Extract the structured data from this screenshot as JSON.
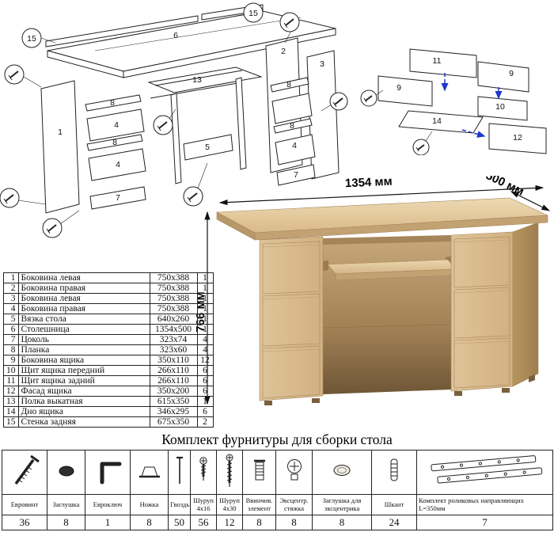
{
  "dimensions": {
    "width": "1354 мм",
    "depth": "500 мм",
    "height": "766 мм"
  },
  "main_diagram": {
    "labels": [
      "15",
      "15",
      "6",
      "1",
      "8",
      "4",
      "8",
      "4",
      "7",
      "13",
      "5",
      "2",
      "3",
      "8",
      "8",
      "4",
      "7"
    ]
  },
  "drawer_diagram": {
    "labels": [
      "11",
      "9",
      "9",
      "10",
      "14",
      "12"
    ]
  },
  "parts_table": {
    "rows": [
      {
        "num": "1",
        "name": "Боковина левая",
        "size": "750x388",
        "qty": "1"
      },
      {
        "num": "2",
        "name": "Боковина правая",
        "size": "750x388",
        "qty": "1"
      },
      {
        "num": "3",
        "name": "Боковина левая",
        "size": "750x388",
        "qty": "1"
      },
      {
        "num": "4",
        "name": "Боковина правая",
        "size": "750x388",
        "qty": "1"
      },
      {
        "num": "5",
        "name": "Вязка стола",
        "size": "640x260",
        "qty": "1"
      },
      {
        "num": "6",
        "name": "Столешница",
        "size": "1354x500",
        "qty": "1"
      },
      {
        "num": "7",
        "name": "Цоколь",
        "size": "323x74",
        "qty": "4"
      },
      {
        "num": "8",
        "name": "Планка",
        "size": "323x60",
        "qty": "4"
      },
      {
        "num": "9",
        "name": "Боковина ящика",
        "size": "350x110",
        "qty": "12"
      },
      {
        "num": "10",
        "name": "Щит ящика передний",
        "size": "266x110",
        "qty": "6"
      },
      {
        "num": "11",
        "name": "Щит ящика задний",
        "size": "266x110",
        "qty": "6"
      },
      {
        "num": "12",
        "name": "Фасад ящика",
        "size": "350x200",
        "qty": "6"
      },
      {
        "num": "13",
        "name": "Полка выкатная",
        "size": "615x350",
        "qty": "1"
      },
      {
        "num": "14",
        "name": "Дно ящика",
        "size": "346x295",
        "qty": "6"
      },
      {
        "num": "15",
        "name": "Стенка задняя",
        "size": "675x350",
        "qty": "2"
      }
    ]
  },
  "hardware": {
    "title": "Комплект фурнитуры для сборки стола",
    "items": [
      {
        "name": "Евровинт",
        "qty": "36",
        "icon": "confirmat-screw"
      },
      {
        "name": "Заглушка",
        "qty": "8",
        "icon": "cap"
      },
      {
        "name": "Евроключ",
        "qty": "1",
        "icon": "hex-key"
      },
      {
        "name": "Ножка",
        "qty": "8",
        "icon": "furniture-foot"
      },
      {
        "name": "Гвоздь",
        "qty": "50",
        "icon": "nail"
      },
      {
        "name": "Шуруп 4x16",
        "qty": "56",
        "icon": "screw-short"
      },
      {
        "name": "Шуруп 4x30",
        "qty": "12",
        "icon": "screw-long"
      },
      {
        "name": "Ввинчив. элемент",
        "qty": "8",
        "icon": "threaded-insert"
      },
      {
        "name": "Эксцентр. стяжка",
        "qty": "8",
        "icon": "cam-lock"
      },
      {
        "name": "Заглушка для эксцентрика",
        "qty": "8",
        "icon": "cam-cap"
      },
      {
        "name": "Шкант",
        "qty": "24",
        "icon": "dowel"
      },
      {
        "name": "Комплект роликовых направляющих L=350мм",
        "qty": "7",
        "icon": "drawer-slides"
      }
    ]
  }
}
